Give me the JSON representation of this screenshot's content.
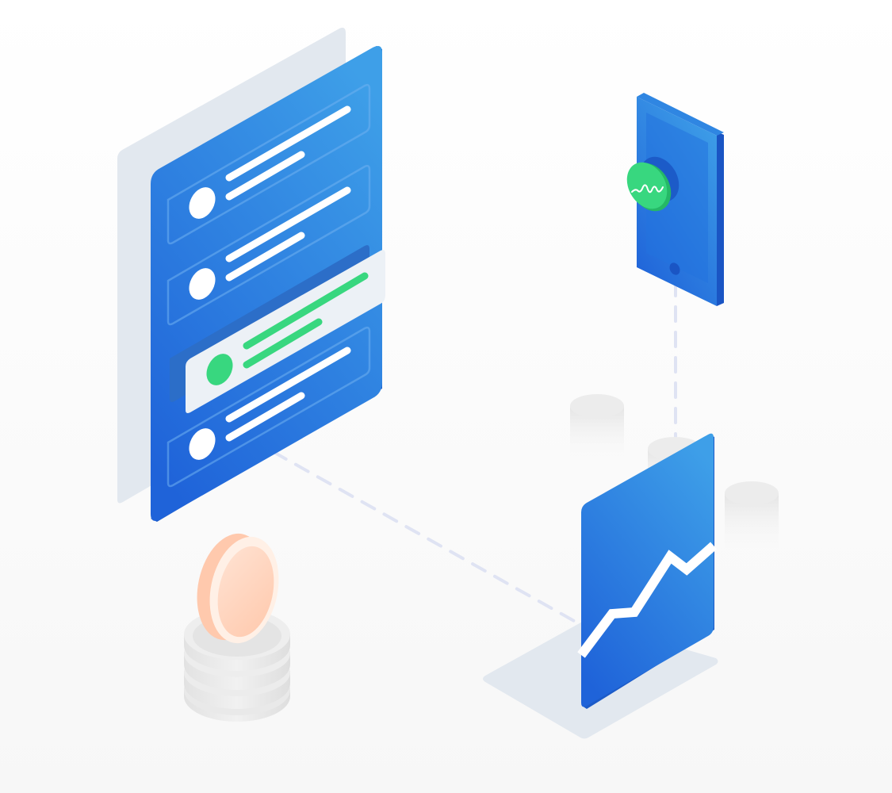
{
  "scene": {
    "palette": {
      "background_top": "#ffffff",
      "background_bottom": "#f7f7f7",
      "blue_light": "#3e9fe8",
      "blue_dark": "#1f63d9",
      "green": "#38d77f",
      "green_dark": "#25b866",
      "panel_shadow": "#e2e8ef",
      "coin_peach": "#ffd5bf",
      "coin_peach_dark": "#ffc4a8",
      "stack_gray": "#e6e6e6",
      "dash_color": "#dfe3f3"
    },
    "illustration": {
      "list_panel": {
        "icon": "list-card-icon",
        "rows": [
          {
            "state": "default"
          },
          {
            "state": "default"
          },
          {
            "state": "selected"
          },
          {
            "state": "default"
          }
        ]
      },
      "phone": {
        "icon": "smartphone-icon",
        "badge_icon": "waveform-icon"
      },
      "chart_card": {
        "icon": "trend-up-chart-icon",
        "trend": "up"
      },
      "coin_stack": {
        "icon": "coin-stack-icon",
        "stack_disks": 3
      },
      "cylinders": {
        "icon": "database-cylinder-icon",
        "count": 3
      }
    }
  }
}
